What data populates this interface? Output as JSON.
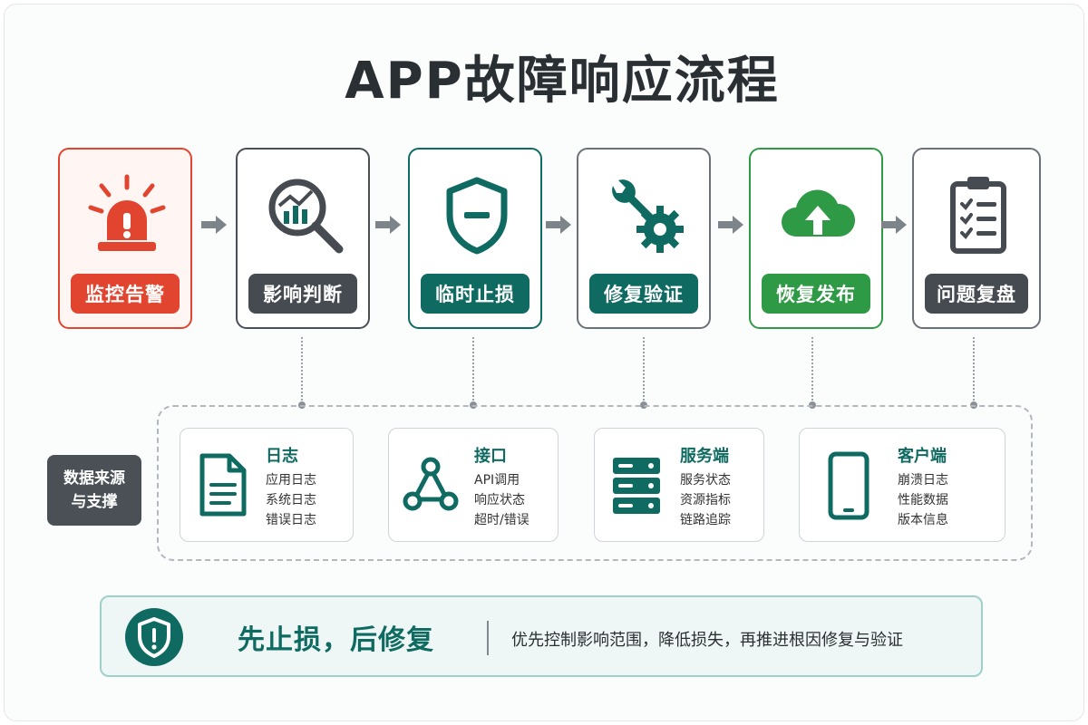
{
  "title": "APP故障响应流程",
  "steps": [
    {
      "label": "监控告警",
      "icon": "alarm-siren-icon",
      "color": "#e2452f",
      "border": "#e2452f"
    },
    {
      "label": "影响判断",
      "icon": "magnifier-chart-icon",
      "color": "#464b51",
      "border": "#464b51"
    },
    {
      "label": "临时止损",
      "icon": "shield-minus-icon",
      "color": "#0f6b62",
      "border": "#0f6b62"
    },
    {
      "label": "修复验证",
      "icon": "wrench-gear-icon",
      "color": "#0f6b62",
      "border": "#0f6b62"
    },
    {
      "label": "恢复发布",
      "icon": "cloud-upload-icon",
      "color": "#2f9a45",
      "border": "#2f9a45"
    },
    {
      "label": "问题复盘",
      "icon": "clipboard-checklist-icon",
      "color": "#464b51",
      "border": "#464b51"
    }
  ],
  "support": {
    "label_line1": "数据来源",
    "label_line2": "与支撑",
    "cards": [
      {
        "title": "日志",
        "icon": "document-icon",
        "items": [
          "应用日志",
          "系统日志",
          "错误日志"
        ]
      },
      {
        "title": "接口",
        "icon": "network-nodes-icon",
        "items": [
          "API调用",
          "响应状态",
          "超时/错误"
        ]
      },
      {
        "title": "服务端",
        "icon": "server-icon",
        "items": [
          "服务状态",
          "资源指标",
          "链路追踪"
        ]
      },
      {
        "title": "客户端",
        "icon": "smartphone-icon",
        "items": [
          "崩溃日志",
          "性能数据",
          "版本信息"
        ]
      }
    ]
  },
  "banner": {
    "icon": "shield-alert-icon",
    "headline": "先止损，后修复",
    "description": "优先控制影响范围，降低损失，再推进根因修复与验证"
  }
}
